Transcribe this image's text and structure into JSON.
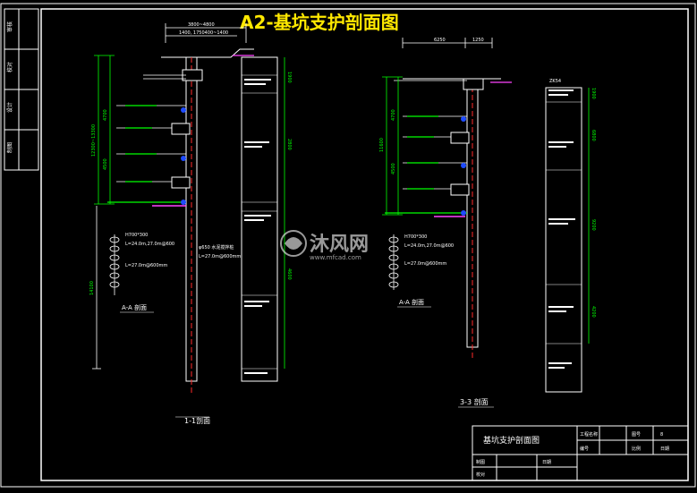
{
  "drawing": {
    "title": "A2-基坑支护剖面图",
    "title_block_name": "基坑支护剖面图",
    "title_color": "#ffe800",
    "line_color": "#ffffff",
    "dim_color": "#00ff00",
    "accent_red": "#ff2a2a",
    "accent_blue": "#1e4bff",
    "accent_magenta": "#ff44ff"
  },
  "left_strip": {
    "labels": [
      "审核",
      "校对",
      "设计",
      "制图"
    ]
  },
  "section_11": {
    "caption": "1-1剖面",
    "aa_label": "A-A 剖面",
    "dim_top": "3800~4800",
    "dim_top2": "1400, 1750400~1400",
    "dim_left_total": "12300~13300",
    "dim_left_lower": "14100",
    "dim_side": "4700",
    "dim_side2": "4500",
    "pile_spec": "H700*300",
    "pile_len": "L=24.0m,27.0m@600",
    "pile_len2": "L=27.0m@600mm",
    "anchor_spec": "φ650 水泥搅拌桩",
    "anchor_len": "L=27.0m@600mm",
    "soil_right": [
      "1900",
      "2800",
      "4600"
    ]
  },
  "section_33": {
    "caption": "3-3 剖面",
    "aa_label": "A-A 剖面",
    "dim_top": "6250",
    "dim_top2": "1250",
    "dim_left_total": "11600",
    "dim_side": "4700",
    "dim_side2": "4500",
    "pile_spec": "H700*300",
    "pile_len": "L=24.0m,27.0m@600",
    "anchor_len": "L=27.0m@600mm",
    "soil_right": [
      "1900",
      "6800",
      "9200",
      "4200"
    ],
    "top_label": "ZK54"
  },
  "title_block": {
    "row1": [
      "工程名称",
      "图号",
      "8"
    ],
    "row2": [
      "编号",
      "比例",
      "日期"
    ],
    "row3_left": [
      "制图",
      "日期"
    ],
    "row4_left": [
      "校对"
    ]
  },
  "watermark": {
    "brand": "沐风网",
    "url": "www.mfcad.com"
  }
}
